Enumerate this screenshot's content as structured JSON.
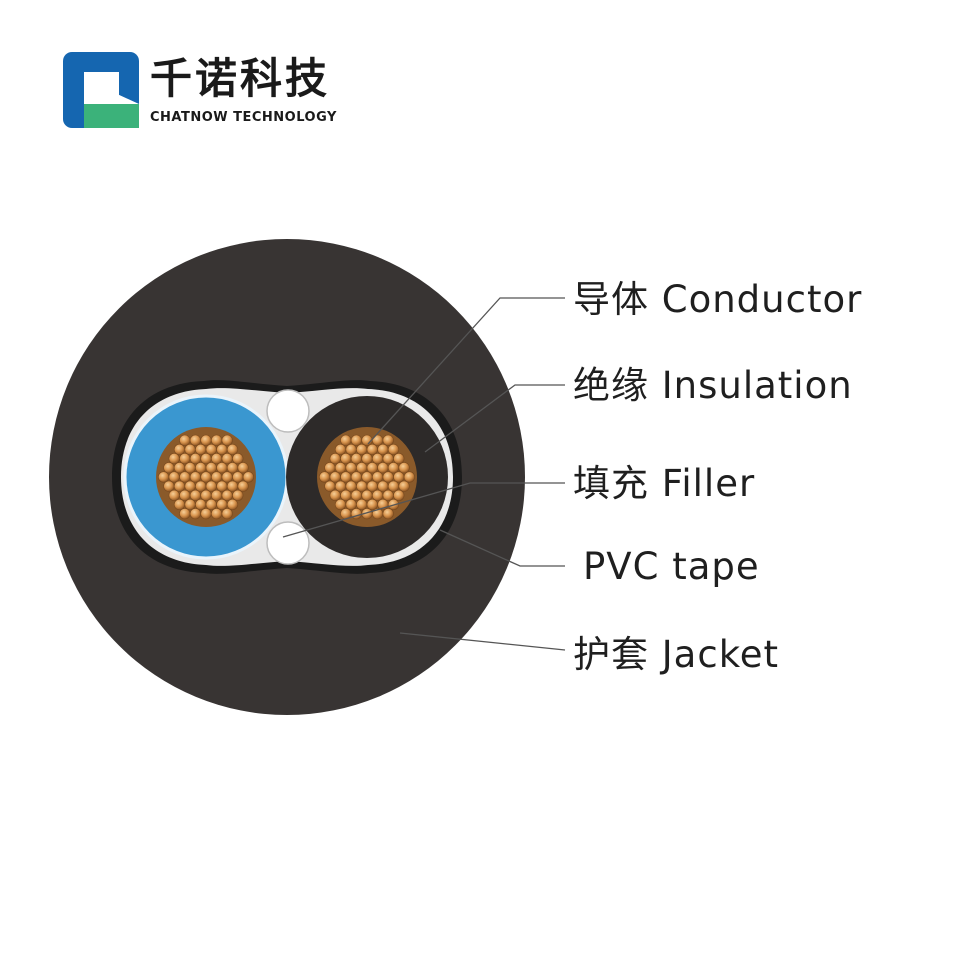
{
  "brand": {
    "name_cn": "千诺科技",
    "name_en": "CHATNOW TECHNOLOGY",
    "logo_colors": {
      "blue": "#1566b0",
      "green": "#3bb27a"
    }
  },
  "labels": [
    {
      "id": "conductor",
      "text": "导体 Conductor"
    },
    {
      "id": "insulation",
      "text": "绝缘 Insulation"
    },
    {
      "id": "filler",
      "text": "填充 Filler"
    },
    {
      "id": "pvc-tape",
      "text": "PVC tape"
    },
    {
      "id": "jacket",
      "text": "护套 Jacket"
    }
  ],
  "colors": {
    "jacket": "#383433",
    "pvc_tape": "#1b1b1b",
    "filler": "#e9e9e9",
    "insulation_blue": "#3a97d0",
    "insulation_black": "#2d2a29",
    "conductor_strand": "#d9954e",
    "conductor_base": "#8a5a2a",
    "leader_line": "#555555"
  }
}
